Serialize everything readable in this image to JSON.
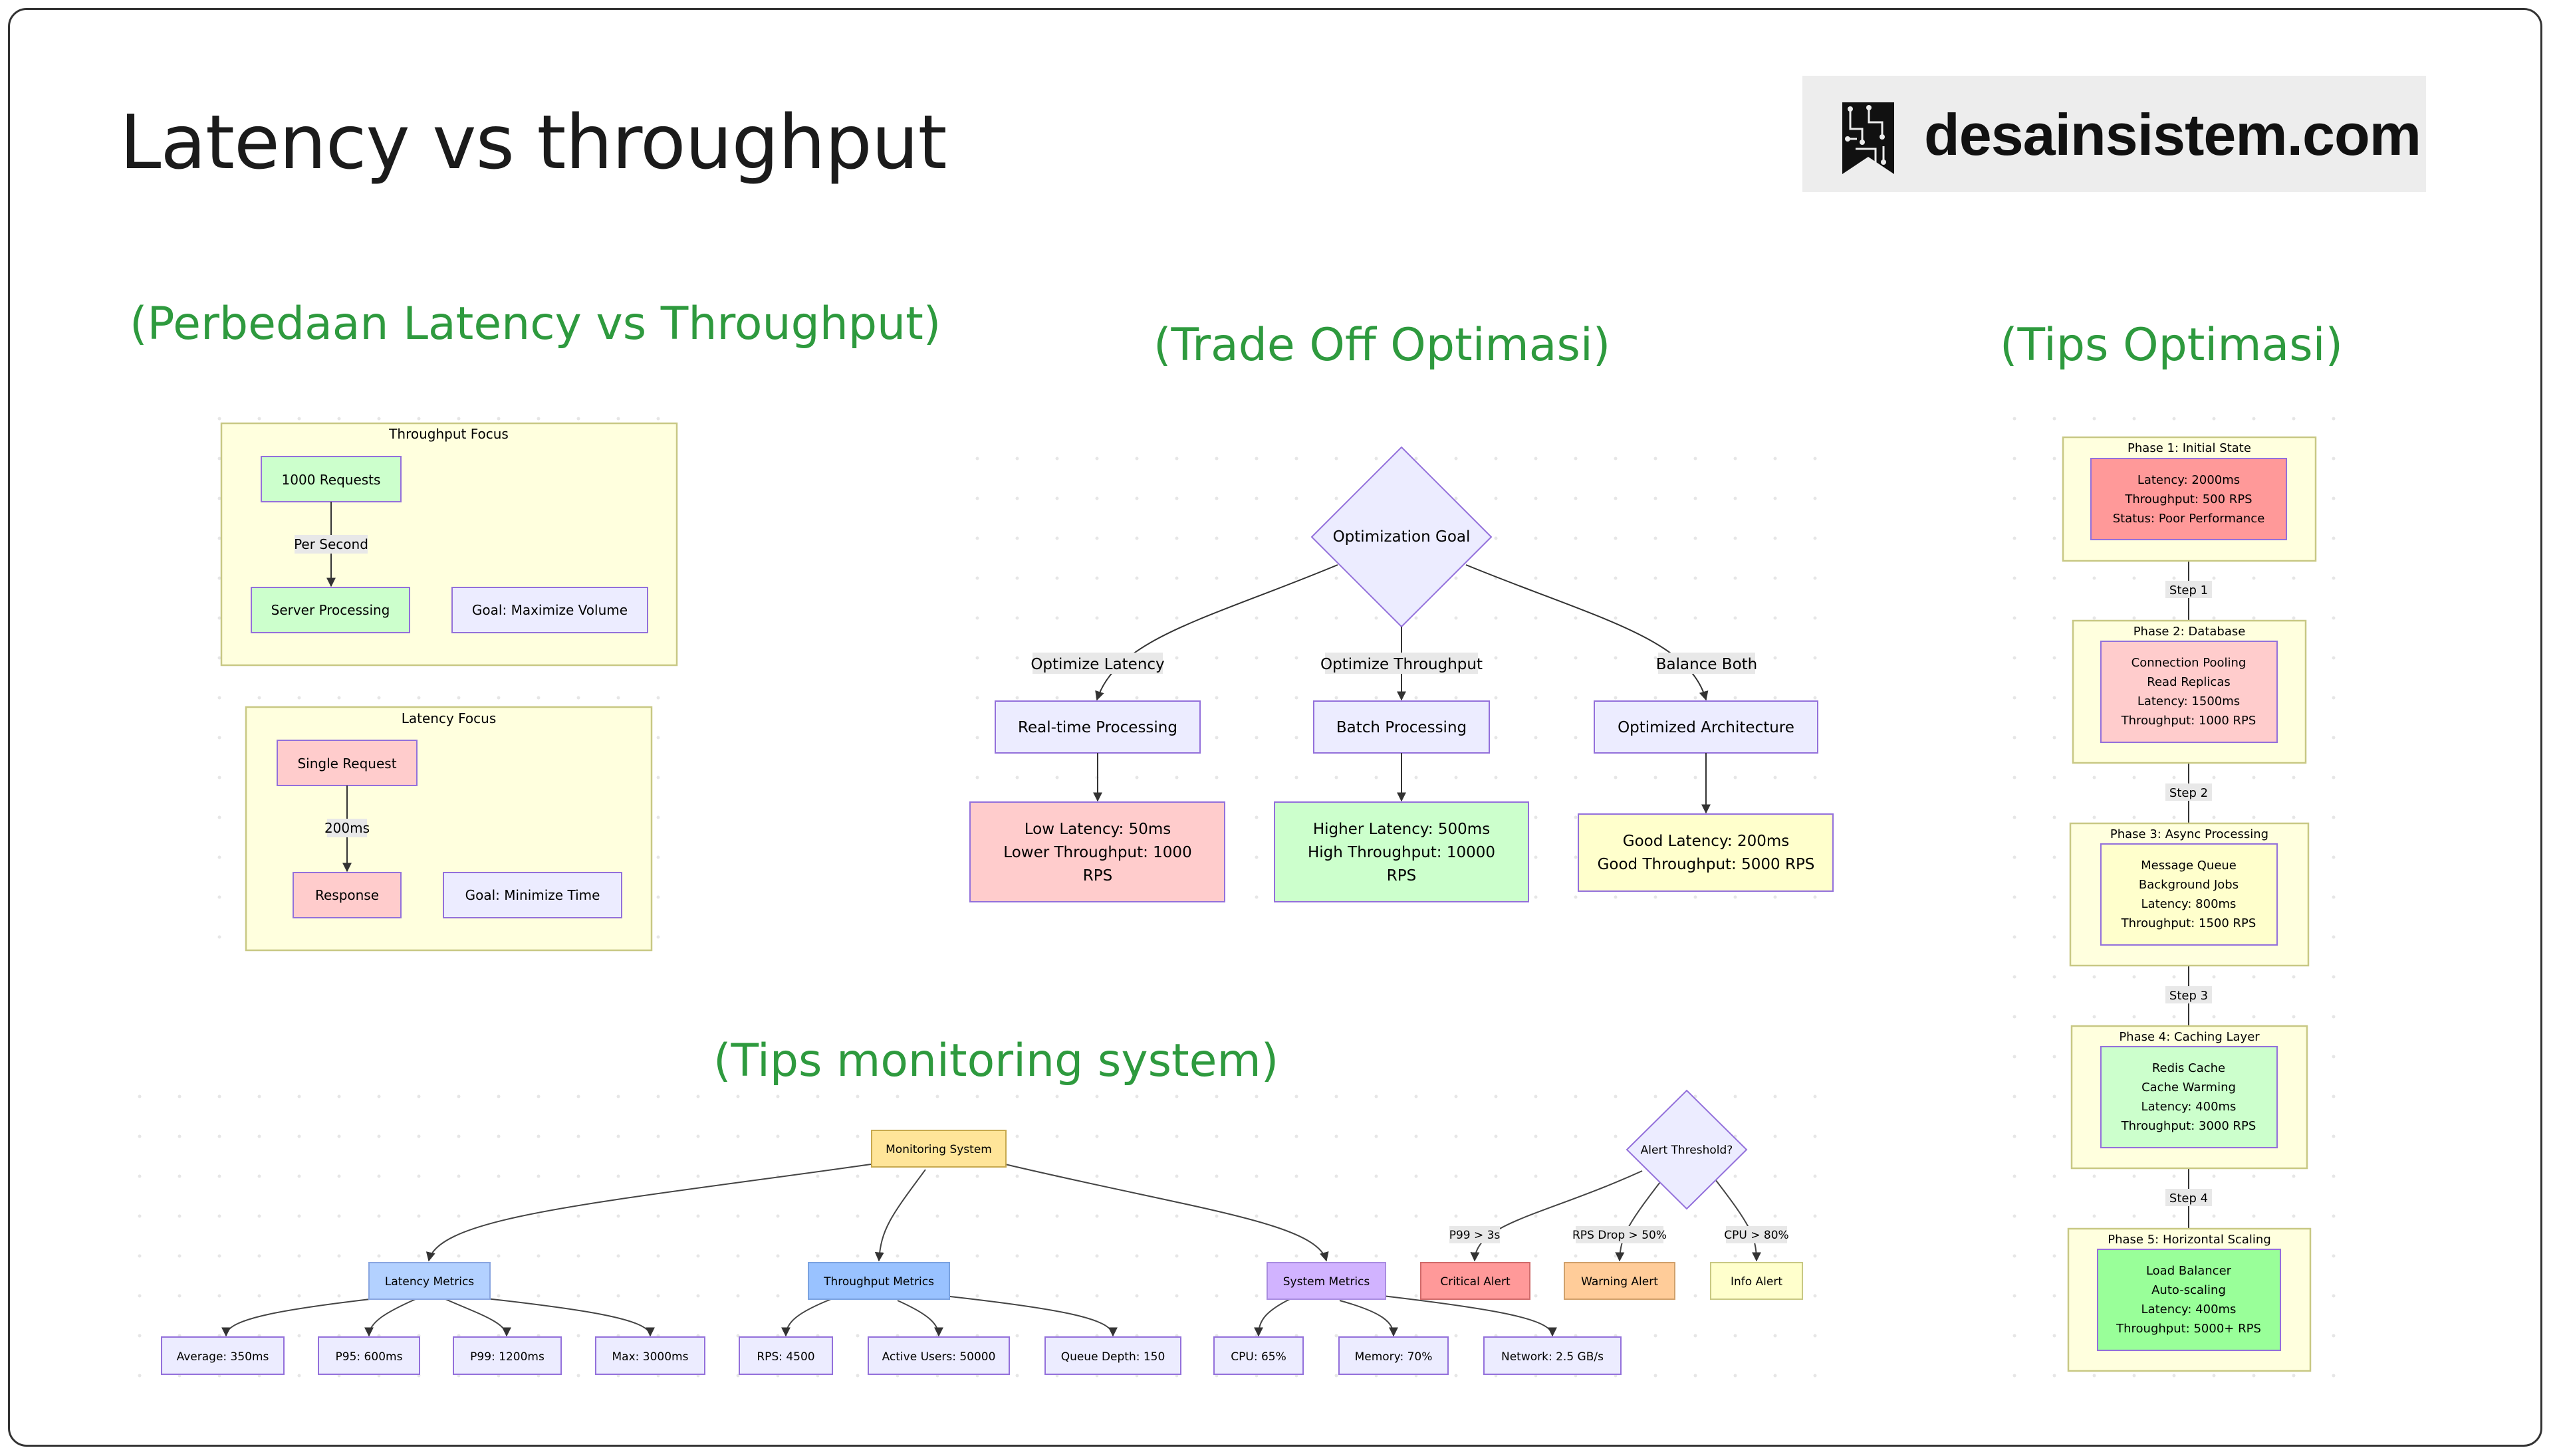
{
  "page": {
    "title": "Latency vs throughput",
    "logo_text": "desainsistem.com"
  },
  "colors": {
    "section_title": "#2e9a3e",
    "cluster_fill": "#ffffde",
    "cluster_border": "#c8c884",
    "node_purple": "#ececff",
    "node_purple_border": "#9370db",
    "node_green": "#ccffcc",
    "node_red": "#ffcccc",
    "node_yellow": "#ffffcc",
    "alert_critical": "#ff9999",
    "alert_warning": "#ffcc99",
    "monitor_root": "#ffe599",
    "latency_metrics": "#b3d1ff",
    "throughput_metrics": "#99c2ff",
    "system_metrics": "#d1b3ff"
  },
  "difference": {
    "section_title": "(Perbedaan Latency vs Throughput)",
    "throughput_cluster": {
      "title": "Throughput Focus",
      "source": "1000 Requests",
      "edge": "Per Second",
      "target": "Server Processing",
      "goal": "Goal: Maximize Volume"
    },
    "latency_cluster": {
      "title": "Latency Focus",
      "source": "Single Request",
      "edge": "200ms",
      "target": "Response",
      "goal": "Goal: Minimize Time"
    }
  },
  "tradeoff": {
    "section_title": "(Trade Off Optimasi)",
    "decision": "Optimization Goal",
    "branches": [
      {
        "edge": "Optimize Latency",
        "node": "Real-time Processing",
        "result": [
          "Low Latency: 50ms",
          "Lower Throughput: 1000",
          "RPS"
        ]
      },
      {
        "edge": "Optimize Throughput",
        "node": "Batch Processing",
        "result": [
          "Higher Latency: 500ms",
          "High Throughput: 10000",
          "RPS"
        ]
      },
      {
        "edge": "Balance Both",
        "node": "Optimized Architecture",
        "result": [
          "Good Latency: 200ms",
          "Good Throughput: 5000 RPS"
        ]
      }
    ]
  },
  "tips": {
    "section_title": "(Tips Optimasi)",
    "phases": [
      {
        "title": "Phase 1: Initial State",
        "lines": [
          "Latency: 2000ms",
          "Throughput: 500 RPS",
          "Status: Poor Performance"
        ]
      },
      {
        "title": "Phase 2: Database",
        "lines": [
          "Connection Pooling",
          "Read Replicas",
          "Latency: 1500ms",
          "Throughput: 1000 RPS"
        ]
      },
      {
        "title": "Phase 3: Async Processing",
        "lines": [
          "Message Queue",
          "Background Jobs",
          "Latency: 800ms",
          "Throughput: 1500 RPS"
        ]
      },
      {
        "title": "Phase 4: Caching Layer",
        "lines": [
          "Redis Cache",
          "Cache Warming",
          "Latency: 400ms",
          "Throughput: 3000 RPS"
        ]
      },
      {
        "title": "Phase 5: Horizontal Scaling",
        "lines": [
          "Load Balancer",
          "Auto-scaling",
          "Latency: 400ms",
          "Throughput: 5000+ RPS"
        ]
      }
    ],
    "steps": [
      "Step 1",
      "Step 2",
      "Step 3",
      "Step 4"
    ]
  },
  "monitoring": {
    "section_title": "(Tips monitoring system)",
    "root": "Monitoring System",
    "latency_metrics": {
      "label": "Latency Metrics",
      "children": [
        "Average: 350ms",
        "P95: 600ms",
        "P99: 1200ms",
        "Max: 3000ms"
      ]
    },
    "throughput_metrics": {
      "label": "Throughput Metrics",
      "children": [
        "RPS: 4500",
        "Active Users: 50000",
        "Queue Depth: 150"
      ]
    },
    "system_metrics": {
      "label": "System Metrics",
      "children": [
        "CPU: 65%",
        "Memory: 70%",
        "Network: 2.5 GB/s"
      ]
    },
    "alert": {
      "decision": "Alert Threshold?",
      "branches": [
        {
          "edge": "P99 > 3s",
          "node": "Critical Alert"
        },
        {
          "edge": "RPS Drop > 50%",
          "node": "Warning Alert"
        },
        {
          "edge": "CPU > 80%",
          "node": "Info Alert"
        }
      ]
    }
  }
}
